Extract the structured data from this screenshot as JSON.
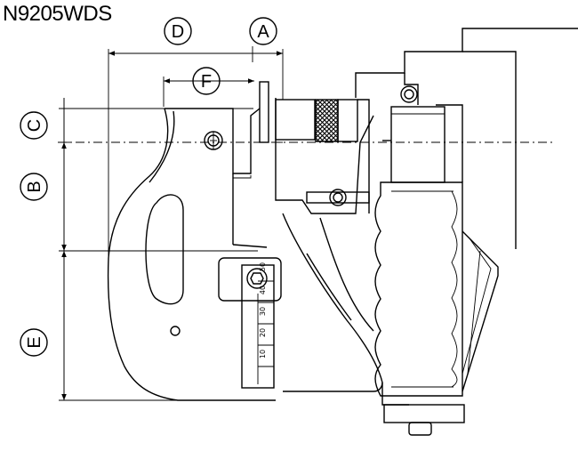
{
  "title": "N9205WDS",
  "labels": [
    "D",
    "A",
    "F",
    "C",
    "B",
    "E"
  ],
  "scale_ticks": [
    "50",
    "40",
    "30",
    "20",
    "10"
  ]
}
